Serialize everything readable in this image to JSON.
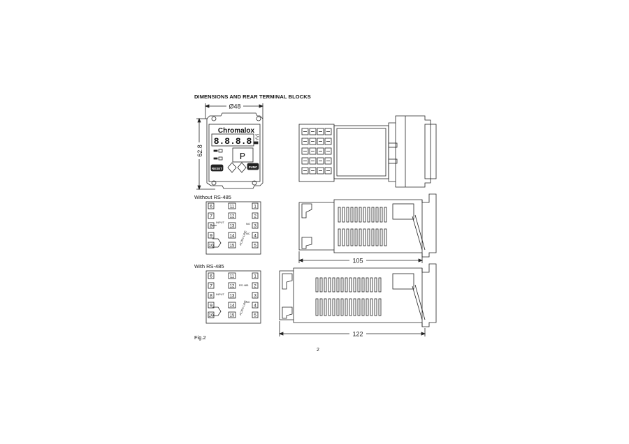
{
  "page": {
    "title": "DIMENSIONS AND REAR TERMINAL BLOCKS",
    "figure_label": "Fig.2",
    "page_number": "2"
  },
  "front_view": {
    "brand": "Chromalox",
    "display_top": "8.8.8.8",
    "display_bottom": "P",
    "unit_c": "°C",
    "unit_f": "°F",
    "width_dim": "Ø48",
    "height_dim": "62.8",
    "buttons": [
      "RESET",
      "FUNC"
    ]
  },
  "terminal_without": {
    "caption": "Without RS-485",
    "left_numbers": [
      "6",
      "7",
      "8",
      "9",
      "10"
    ],
    "right_numbers": [
      "1",
      "2",
      "3",
      "4",
      "5"
    ],
    "middle_numbers": [
      "11",
      "12",
      "13",
      "14",
      "15"
    ]
  },
  "terminal_with": {
    "caption": "With RS-485",
    "left_numbers": [
      "6",
      "7",
      "8",
      "9",
      "10"
    ],
    "right_numbers": [
      "1",
      "2",
      "3",
      "4",
      "5"
    ],
    "middle_numbers": [
      "11",
      "12",
      "13",
      "14",
      "15"
    ]
  },
  "side_views": {
    "dim_105": "105",
    "dim_122": "122"
  }
}
